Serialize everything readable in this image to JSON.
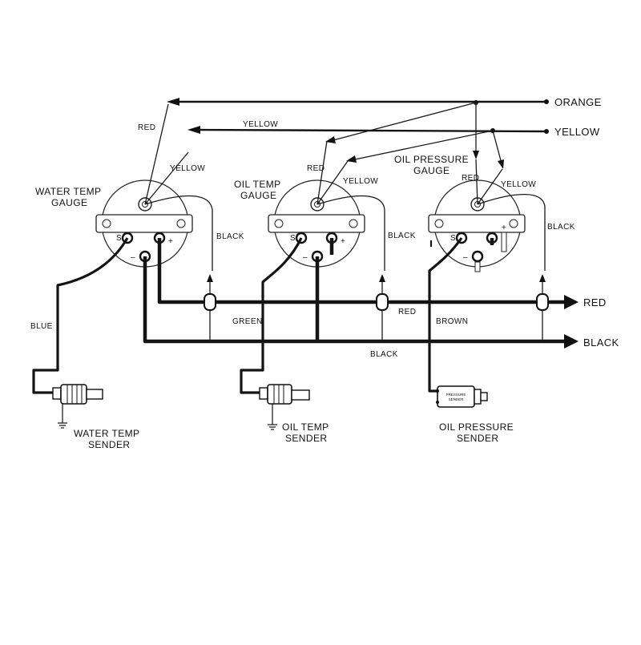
{
  "wires": {
    "orange": "ORANGE",
    "yellow": "YELLOW",
    "red_bus": "RED",
    "black_bus": "BLACK",
    "red_bus_inline": "RED",
    "black_bus_inline": "BLACK",
    "brown": "BROWN",
    "green": "GREEN",
    "blue": "BLUE"
  },
  "gauges": [
    {
      "title_line1": "WATER TEMP",
      "title_line2": "GAUGE",
      "red": "RED",
      "yellow": "YELLOW",
      "black": "BLACK",
      "s": "S",
      "plus": "+",
      "minus": "–"
    },
    {
      "title_line1": "OIL TEMP",
      "title_line2": "GAUGE",
      "red": "RED",
      "yellow": "YELLOW",
      "black": "BLACK",
      "s": "S",
      "plus": "+",
      "minus": "–"
    },
    {
      "title_line1": "OIL PRESSURE",
      "title_line2": "GAUGE",
      "red": "RED",
      "yellow": "YELLOW",
      "black": "BLACK",
      "s": "S",
      "plus": "+",
      "minus": "–"
    }
  ],
  "senders": [
    {
      "line1": "WATER TEMP",
      "line2": "SENDER"
    },
    {
      "line1": "OIL TEMP",
      "line2": "SENDER"
    },
    {
      "line1": "OIL PRESSURE",
      "line2": "SENDER",
      "body_label_1": "PRESSURE",
      "body_label_2": "SENDER"
    }
  ],
  "yellow_top_label": "YELLOW",
  "red_top_label": "RED"
}
